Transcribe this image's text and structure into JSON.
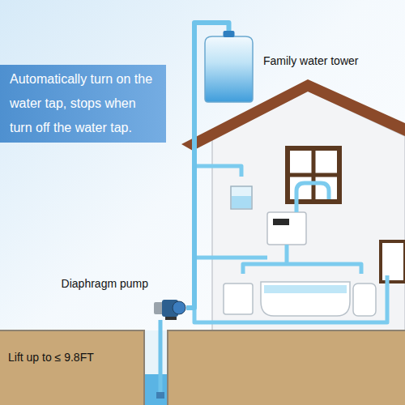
{
  "diagram": {
    "nodes": [
      {
        "text": [
          "Automatically turn on the water tap, stops when turn off the water tap."
        ]
      },
      {
        "text": [
          "Family water tower"
        ]
      },
      {
        "text": [
          "Diaphragm pump"
        ]
      }
    ],
    "edges": [
      {
        "from": 2,
        "to": 1,
        "arrow": "none"
      }
    ],
    "labels": [
      "Lift up to ≤ 9.8FT"
    ]
  }
}
